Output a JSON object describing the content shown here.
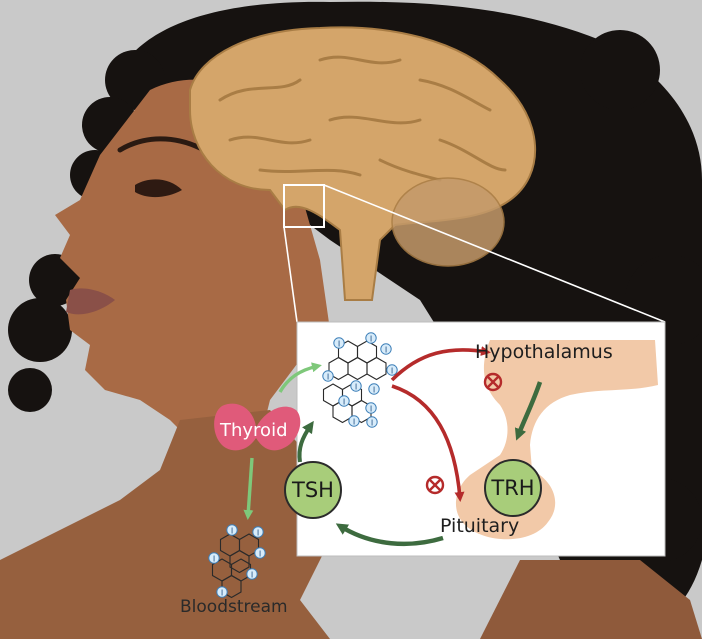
{
  "labels": {
    "hypothalamus": "Hypothalamus",
    "pituitary": "Pituitary",
    "thyroid": "Thyroid",
    "bloodstream": "Bloodstream",
    "trh": "TRH",
    "tsh": "TSH"
  },
  "hormone_marker": "I",
  "colors": {
    "inhibition_arrow": "#b52b2b",
    "stimulation_arrow": "#3d6b3f",
    "release_arrow": "#7ec87a",
    "hormone_circle": "#a8cd7a",
    "thyroid_gland": "#e05a7a",
    "brain": "#d4a56a",
    "gland_tissue": "#f2c9a8",
    "skin": "#a86a45",
    "hair": "#161210"
  }
}
